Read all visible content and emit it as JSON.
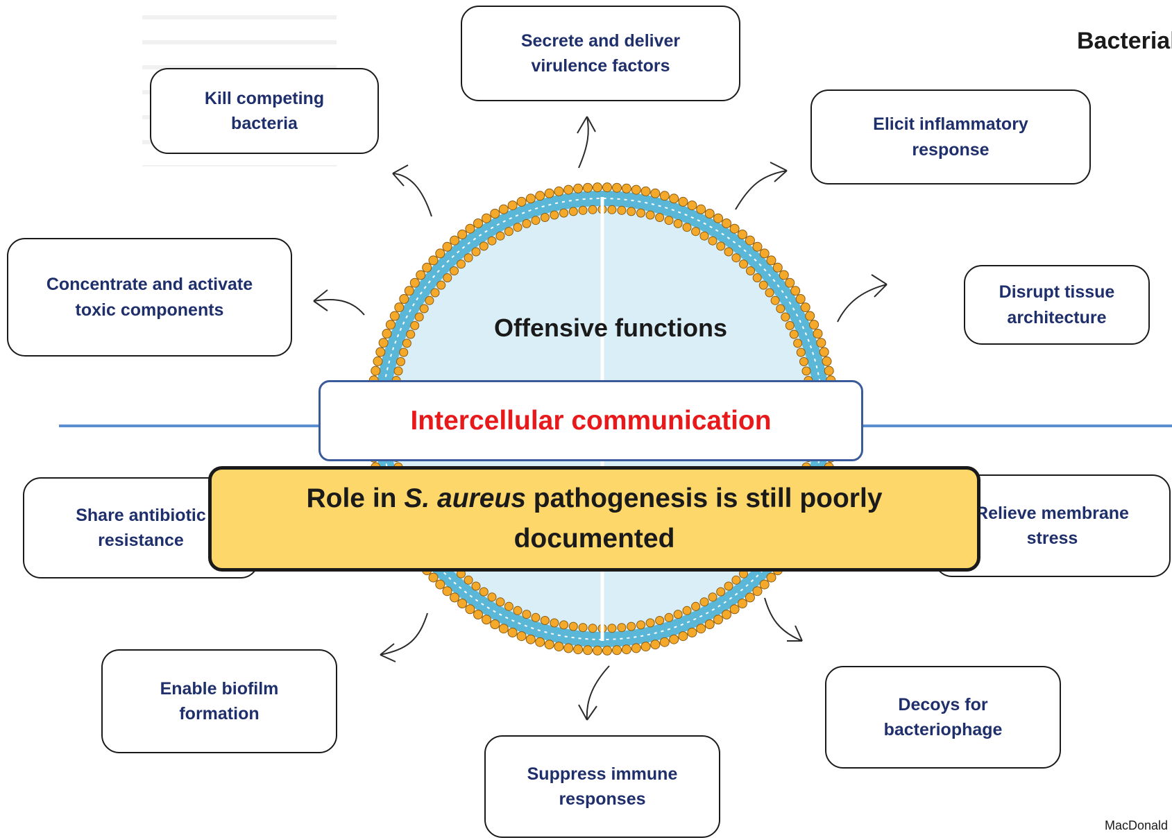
{
  "title": "Bacterial EV",
  "center": {
    "top_label": "Offensive functions",
    "communication": "Intercellular communication"
  },
  "callout": {
    "part1": "Role in ",
    "species": "S. aureus",
    "part2": " pathogenesis is still poorly",
    "line2": "documented"
  },
  "functions": {
    "kill": "Kill competing\nbacteria",
    "secrete": "Secrete and deliver\nvirulence factors",
    "elicit": "Elicit inflammatory\nresponse",
    "concentrate": "Concentrate and activate\ntoxic components",
    "disrupt": "Disrupt tissue\narchitecture",
    "share": "Share antibiotic\nresistance",
    "relieve": "Relieve membrane\nstress",
    "biofilm": "Enable biofilm\nformation",
    "decoys": "Decoys for\nbacteriophage",
    "suppress": "Suppress immune\nresponses"
  },
  "citation": "MacDonald",
  "colors": {
    "label_text": "#1f2f6b",
    "communication_text": "#e8191b",
    "callout_fill": "#fdd76a",
    "divider_line": "#5b8fd0",
    "vesicle_fill": "#d9eef6",
    "bilayer": "#5bb7d8",
    "head_groups": "#f4a92a"
  }
}
